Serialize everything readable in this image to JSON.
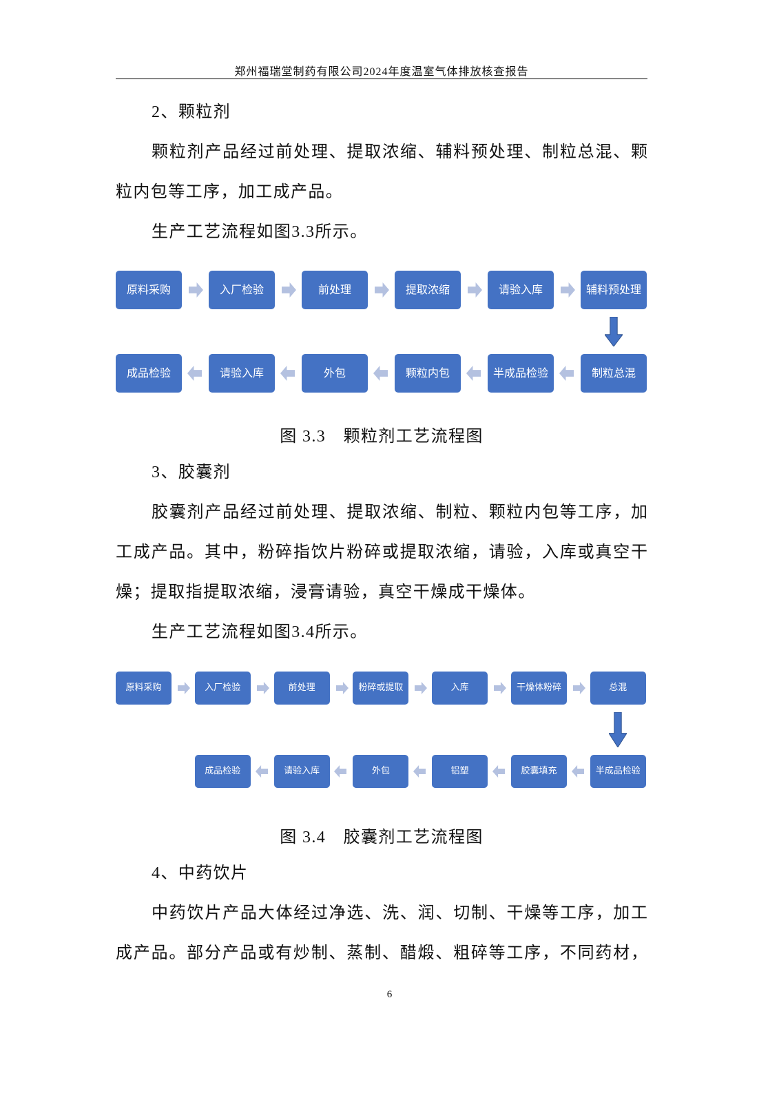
{
  "header": {
    "title": "郑州福瑞堂制药有限公司2024年度温室气体排放核查报告"
  },
  "section2": {
    "heading": "2、颗粒剂",
    "para_lines": [
      "颗粒剂产品经过前处理、提取浓缩、辅料预处理、制粒总混、颗",
      "粒内包等工序，加工成产品。"
    ],
    "ref": "生产工艺流程如图3.3所示。"
  },
  "figure33": {
    "row1": [
      "原料采购",
      "入厂检验",
      "前处理",
      "提取浓缩",
      "请验入库",
      "辅料预处理"
    ],
    "row2_right_to_left": [
      "制粒总混",
      "半成品检验",
      "颗粒内包",
      "外包",
      "请验入库",
      "成品检验"
    ],
    "caption": "图 3.3　颗粒剂工艺流程图"
  },
  "section3": {
    "heading": "3、胶囊剂",
    "para_lines": [
      "胶囊剂产品经过前处理、提取浓缩、制粒、颗粒内包等工序，加",
      "工成产品。其中，粉碎指饮片粉碎或提取浓缩，请验，入库或真空干",
      "燥；提取指提取浓缩，浸膏请验，真空干燥成干燥体。"
    ],
    "ref": "生产工艺流程如图3.4所示。"
  },
  "figure34": {
    "row1": [
      "原料采购",
      "入厂检验",
      "前处理",
      "粉碎或提取",
      "入库",
      "干燥体粉碎",
      "总混"
    ],
    "row2_right_to_left": [
      "半成品检验",
      "胶囊填充",
      "铝塑",
      "外包",
      "请验入库",
      "成品检验"
    ],
    "caption": "图 3.4　胶囊剂工艺流程图"
  },
  "section4": {
    "heading": "4、中药饮片",
    "para_lines": [
      "中药饮片产品大体经过净选、洗、润、切制、干燥等工序，加工",
      "成产品。部分产品或有炒制、蒸制、醋煅、粗碎等工序，不同药材，"
    ]
  },
  "page_number": "6",
  "colors": {
    "box": "#4472C4",
    "arrow_light": "#B4C1E0",
    "arrow_down": "#4472C4"
  }
}
